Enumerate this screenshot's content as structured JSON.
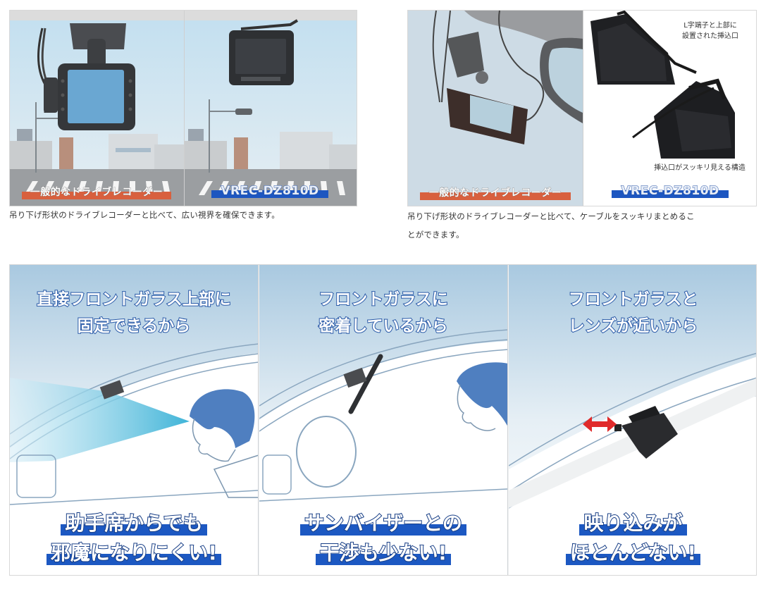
{
  "top_left": {
    "label_generic": "一般的なドライブレコーダー",
    "label_model": "VREC-DZ810D",
    "caption": "吊り下げ形状のドライブレコーダーと比べて、広い視界を確保できます。"
  },
  "top_right": {
    "label_generic": "一般的なドライブレコーダー",
    "label_model": "VREC-DZ810D",
    "note_top_line1": "L字端子と上部に",
    "note_top_line2": "設置された挿込口",
    "note_bottom": "挿込口がスッキリ見える構造",
    "caption_line1": "吊り下げ形状のドライブレコーダーと比べて、ケーブルをスッキリまとめるこ",
    "caption_line2": "とができます。"
  },
  "features": [
    {
      "headline_line1": "直接フロントガラス上部に",
      "headline_line2": "固定できるから",
      "callout_line1": "助手席からでも",
      "callout_line2": "邪魔になりにくい!"
    },
    {
      "headline_line1": "フロントガラスに",
      "headline_line2": "密着しているから",
      "callout_line1": "サンバイザーとの",
      "callout_line2": "干渉も少ない!"
    },
    {
      "headline_line1": "フロントガラスと",
      "headline_line2": "レンズが近いから",
      "callout_line1": "映り込みが",
      "callout_line2": "ほとんどない!"
    }
  ],
  "colors": {
    "generic_label": "#d8603e",
    "model_label": "#1d56c0",
    "headline_outline": "#2a5aa8",
    "person_hair": "#4f7fc0",
    "arrow": "#e02a2a",
    "sky": "#c9e0f0"
  }
}
